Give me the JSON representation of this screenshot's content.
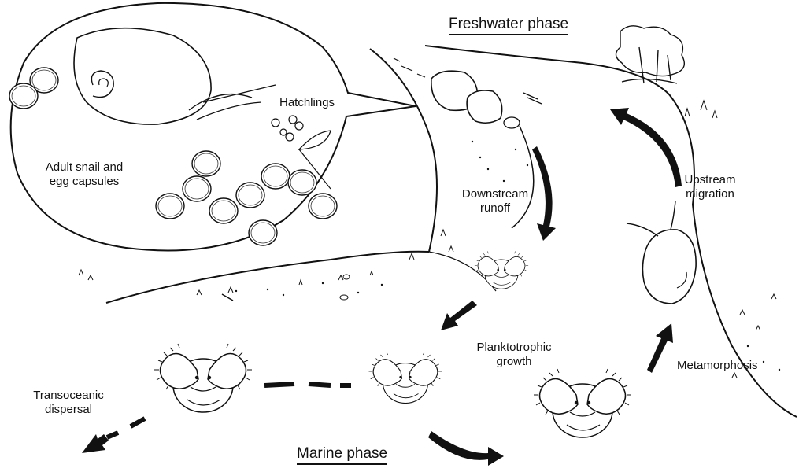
{
  "phases": {
    "freshwater": "Freshwater phase",
    "marine": "Marine phase"
  },
  "labels": {
    "hatchlings": "Hatchlings",
    "adult_snail": "Adult snail and\negg capsules",
    "downstream": "Downstream\nrunoff",
    "upstream": "Upstream\nmigration",
    "planktotrophic": "Planktotrophic\ngrowth",
    "metamorphosis": "Metamorphosis",
    "transoceanic": "Transoceanic\ndispersal"
  },
  "colors": {
    "ink": "#111111",
    "paper": "#ffffff"
  }
}
